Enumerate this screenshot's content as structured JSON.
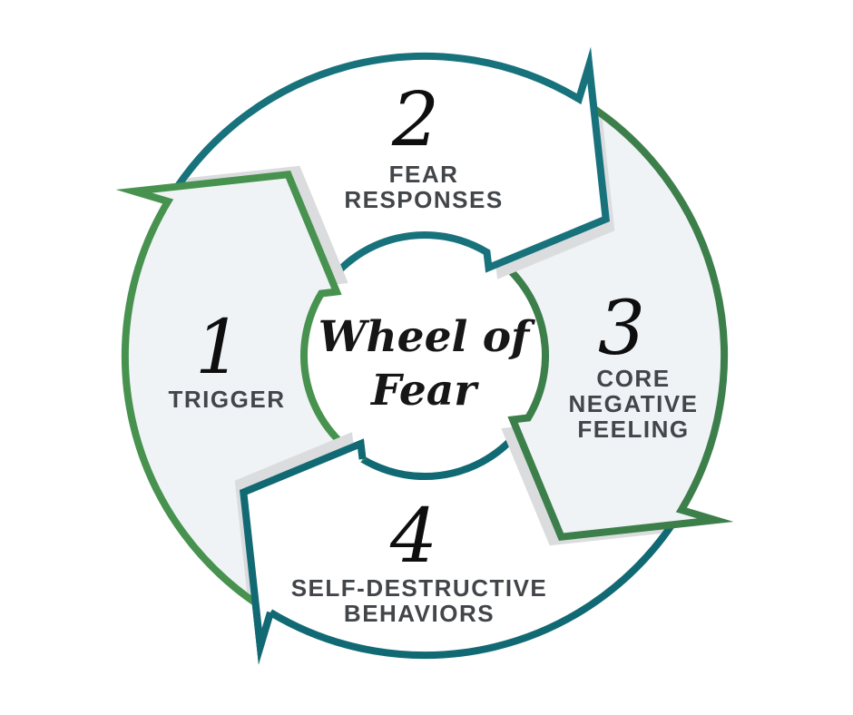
{
  "diagram": {
    "title": "Wheel of Fear",
    "center": {
      "line1": "Wheel of",
      "line2": "Fear"
    },
    "steps": [
      {
        "number": "1",
        "labels": [
          "TRIGGER"
        ]
      },
      {
        "number": "2",
        "labels": [
          "FEAR",
          "RESPONSES"
        ]
      },
      {
        "number": "3",
        "labels": [
          "CORE",
          "NEGATIVE",
          "FEELING"
        ]
      },
      {
        "number": "4",
        "labels": [
          "SELF-DESTRUCTIVE",
          "BEHAVIORS"
        ]
      }
    ],
    "colors": {
      "teal_top_arrow": "#17727C",
      "teal_bottom_arrow": "#116973",
      "green_left_arrow": "#47924F",
      "green_right_arrow": "#3C7F4A",
      "light_blue_fill": "#EFF3F6",
      "white_fill": "#FFFFFF",
      "shadow": "#DBDCDE",
      "number_color": "#0E0E0E",
      "label_color": "#424549",
      "title_color": "#161616"
    }
  }
}
